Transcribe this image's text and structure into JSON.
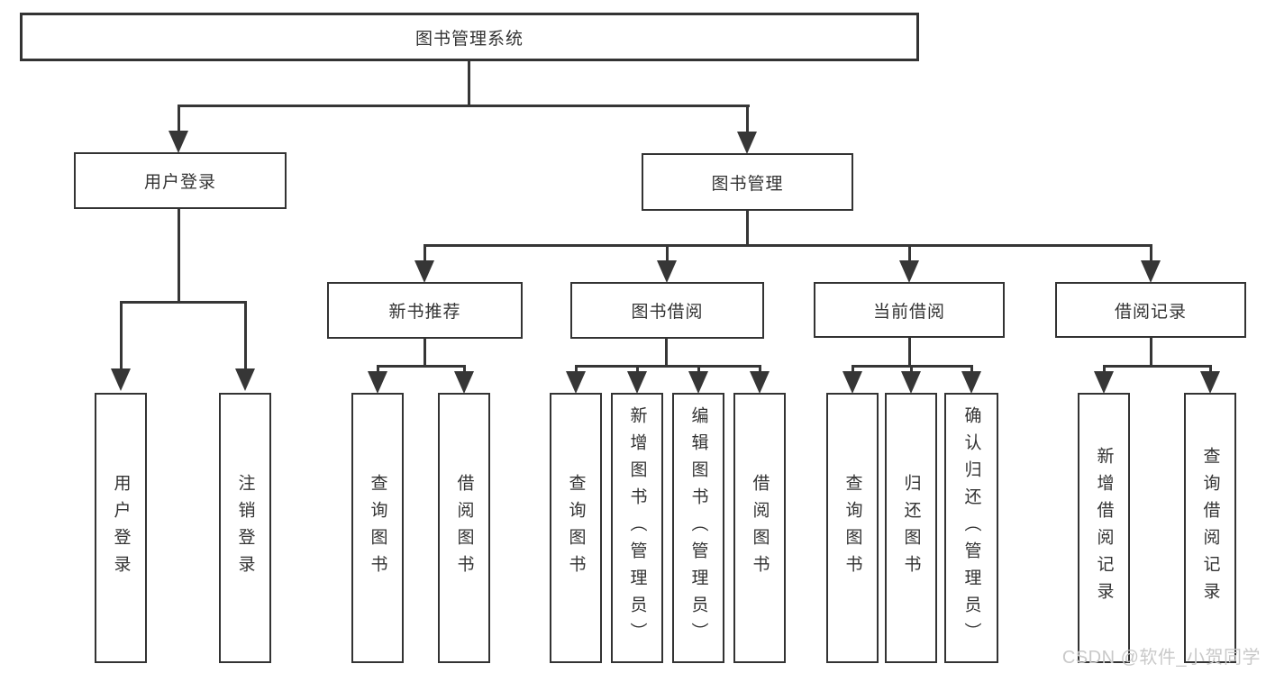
{
  "diagram": {
    "type": "hierarchy-tree",
    "title": "图书管理系统",
    "watermark": "CSDN @软件_小贺同学",
    "colors": {
      "background": "#ffffff",
      "box_fill": "#ffffff",
      "box_border": "#333333",
      "line": "#363636",
      "text": "#333333",
      "watermark_text": "#c9c9c9"
    },
    "tree": {
      "label": "图书管理系统",
      "children": [
        {
          "label": "用户登录",
          "children": [
            {
              "label": "用户登录"
            },
            {
              "label": "注销登录"
            }
          ]
        },
        {
          "label": "图书管理",
          "children": [
            {
              "label": "新书推荐",
              "children": [
                {
                  "label": "查询图书"
                },
                {
                  "label": "借阅图书"
                }
              ]
            },
            {
              "label": "图书借阅",
              "children": [
                {
                  "label": "查询图书"
                },
                {
                  "label": "新增图书（管理员）"
                },
                {
                  "label": "编辑图书（管理员）"
                },
                {
                  "label": "借阅图书"
                }
              ]
            },
            {
              "label": "当前借阅",
              "children": [
                {
                  "label": "查询图书"
                },
                {
                  "label": "归还图书"
                },
                {
                  "label": "确认归还（管理员）"
                }
              ]
            },
            {
              "label": "借阅记录",
              "children": [
                {
                  "label": "新增借阅记录"
                },
                {
                  "label": "查询借阅记录"
                }
              ]
            }
          ]
        }
      ]
    }
  }
}
